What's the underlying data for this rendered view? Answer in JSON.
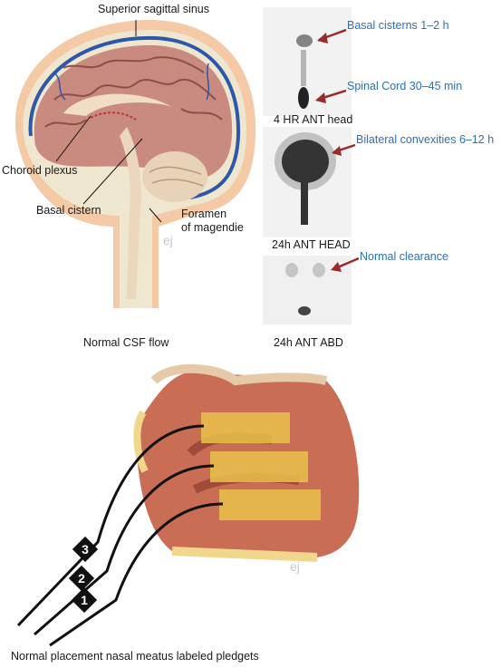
{
  "brain": {
    "label_superior_sagittal_sinus": "Superior sagittal sinus",
    "label_choroid_plexus": "Choroid plexus",
    "label_basal_cistern": "Basal cistern",
    "label_foramen_line1": "Foramen",
    "label_foramen_line2": "of magendie",
    "caption": "Normal CSF flow"
  },
  "scans": {
    "annot_basal_cisterns": "Basal cisterns 1–2 h",
    "annot_spinal_cord": "Spinal Cord 30–45 min",
    "caption_4hr": "4 HR ANT head",
    "annot_bilateral": "Bilateral convexities 6–12 h",
    "caption_24h_head": "24h ANT HEAD",
    "annot_normal_clearance": "Normal clearance",
    "caption_24h_abd": "24h ANT ABD"
  },
  "nasal": {
    "pledgets": [
      "3",
      "2",
      "1"
    ],
    "caption": "Normal placement nasal meatus labeled pledgets"
  },
  "colors": {
    "annotation_blue": "#2f6fb3",
    "arrow_red": "#9b2a2a",
    "brain_pink": "#c98a80",
    "sinus_blue": "#2d57a8",
    "pledget_yellow": "#e8c24a"
  }
}
